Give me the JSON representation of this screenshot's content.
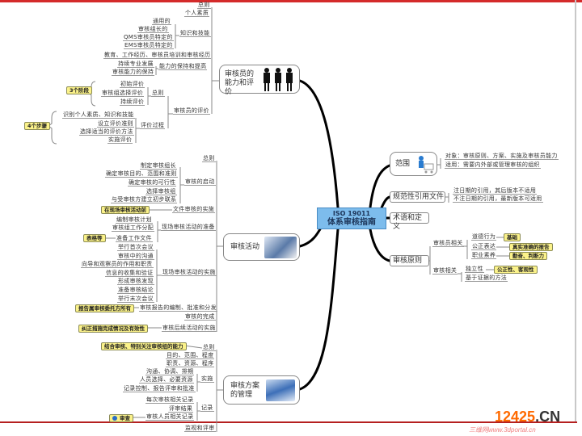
{
  "center": {
    "line1": "ISO 19011",
    "line2": "体系审核指南"
  },
  "competence": {
    "title": "审核员的能力和评价",
    "general": "总则",
    "personal": "个人素质",
    "knowledge": "知识和技能",
    "knowledge_items": [
      "通用的",
      "审核组长的",
      "QMS审核员特定的",
      "EMS审核员特定的"
    ],
    "experience": "教育、工作经历、审核员培训和审核经历",
    "maintain": "能力的保持和提高",
    "maintain_items": [
      "持续专业发展",
      "审核能力的保持"
    ],
    "evaluation": "审核员的评价",
    "eval_general": "总则",
    "eval_general_items": [
      "初始评价",
      "审核组选择评价",
      "持续评价"
    ],
    "stages_badge": "3个阶段",
    "process": "评价过程",
    "process_items": [
      "识别个人素质、知识和技能",
      "设立评价准则",
      "选择适当的评价方法",
      "实施评价"
    ],
    "steps_badge": "4个步骤"
  },
  "activities": {
    "title": "审核活动",
    "general": "总则",
    "start": "审核的启动",
    "start_items": [
      "制定审核组长",
      "确定审核目的、范围和准则",
      "确定审核的可行性",
      "选择审核组",
      "与受审核方建立初步联系"
    ],
    "doc_review": "文件审核的实施",
    "doc_badge": "在现场审核活动前",
    "prep": "现场审核活动的准备",
    "prep_items": [
      "编制审核计划",
      "审核组工作分配",
      "准备工作文件"
    ],
    "forms_badge": "表格等",
    "onsite": "现场审核活动的实施",
    "onsite_items": [
      "举行首次会议",
      "审核中的沟通",
      "向导和观察员的作用和职责",
      "信息的收集和验证",
      "形成审核发现",
      "准备审核结论",
      "举行末次会议"
    ],
    "report": "审核报告的编制、批准和分发",
    "report_badge": "报告属审核委托方所有",
    "complete": "审核的完成",
    "followup": "审核后续活动的实施",
    "followup_badge": "纠正措施完成情况及有效性"
  },
  "program": {
    "title": "审核方案的管理",
    "general": "总则",
    "general_badge": "结合审核、特别关注审核组的能力",
    "items_top": [
      "目的、范围、程度",
      "职责、资源、程序"
    ],
    "implement": "实施",
    "implement_items": [
      "沟通、协调、排期",
      "人员选择、必要资源",
      "记录控制、报告评审和批准"
    ],
    "records": "记录",
    "records_items": [
      "每次审核相关记录",
      "评审结果",
      "审核人员相关记录"
    ],
    "review_badge": "审查",
    "monitor": "监视和评审"
  },
  "scope": {
    "title": "范围",
    "items": [
      "对象：审核原则、方案、实施及审核员能力",
      "适用：需要内外部或管理审核的组织"
    ]
  },
  "references": {
    "title": "规范性引用文件",
    "items": [
      "注日期的引用，其后版本不适用",
      "不注日期的引用，最新版本可适用"
    ]
  },
  "terms": {
    "title": "术语和定义"
  },
  "principles": {
    "title": "审核原则",
    "auditor": "审核员相关",
    "auditor_items": [
      "道德行为",
      "公正表达",
      "职业素养"
    ],
    "auditor_badges": [
      "基础",
      "真实准确的报告",
      "勤奋、判断力"
    ],
    "audit": "审核相关",
    "audit_items": [
      "独立性",
      "基于证据的方法"
    ],
    "audit_badges": [
      "公正性、客观性"
    ]
  },
  "watermark": {
    "brand": "12425",
    "tld": ".CN",
    "sub": "三维网www.3dportal.cn"
  }
}
